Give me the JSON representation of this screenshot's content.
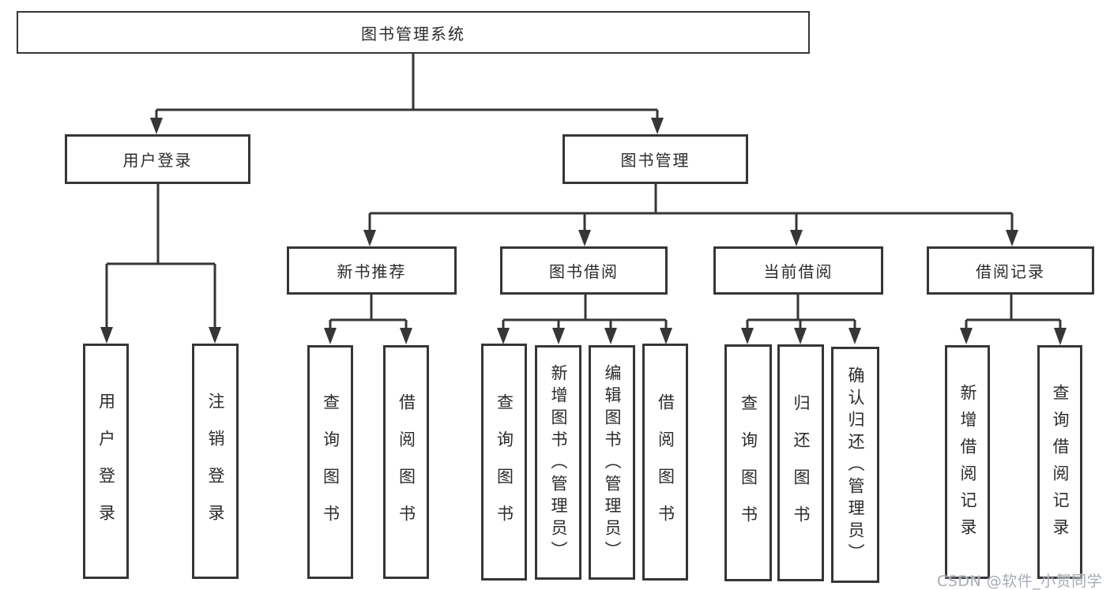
{
  "nodes": {
    "root": "图书管理系统",
    "user_login_branch": "用户登录",
    "book_mgmt_branch": "图书管理",
    "new_book_rec": "新书推荐",
    "book_borrow": "图书借阅",
    "current_borrow": "当前借阅",
    "borrow_records": "借阅记录",
    "leaf_user_login": "用户登录",
    "leaf_logout": "注销登录",
    "leaf_query_book_1": "查询图书",
    "leaf_borrow_book_1": "借阅图书",
    "leaf_query_book_2": "查询图书",
    "leaf_add_book": "新增图书（管理员）",
    "leaf_edit_book": "编辑图书（管理员）",
    "leaf_borrow_book_2": "借阅图书",
    "leaf_query_book_3": "查询图书",
    "leaf_return_book": "归还图书",
    "leaf_confirm_return": "确认归还（管理员）",
    "leaf_add_borrow_record": "新增借阅记录",
    "leaf_query_borrow_record": "查询借阅记录"
  },
  "watermark": "CSDN @软件_小贺同学",
  "colors": {
    "line": "#363636",
    "border": "#363636",
    "text": "#2b2b2b",
    "watermark": "#a7abb3",
    "background": "#ffffff"
  }
}
